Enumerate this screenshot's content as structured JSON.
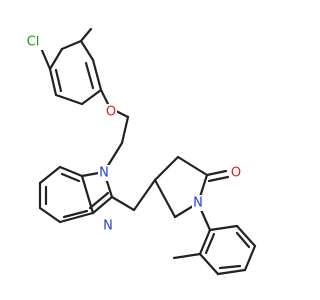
{
  "molecule": {
    "atoms": {
      "cl": "Cl",
      "o_ether": "O",
      "n1": "N",
      "n3": "N",
      "o_carbonyl": "O",
      "n_lactam": "N"
    },
    "colors": {
      "bond": "#222222",
      "chlorine": "#1a9e1a",
      "oxygen": "#e02020",
      "nitrogen": "#2040e0"
    }
  }
}
